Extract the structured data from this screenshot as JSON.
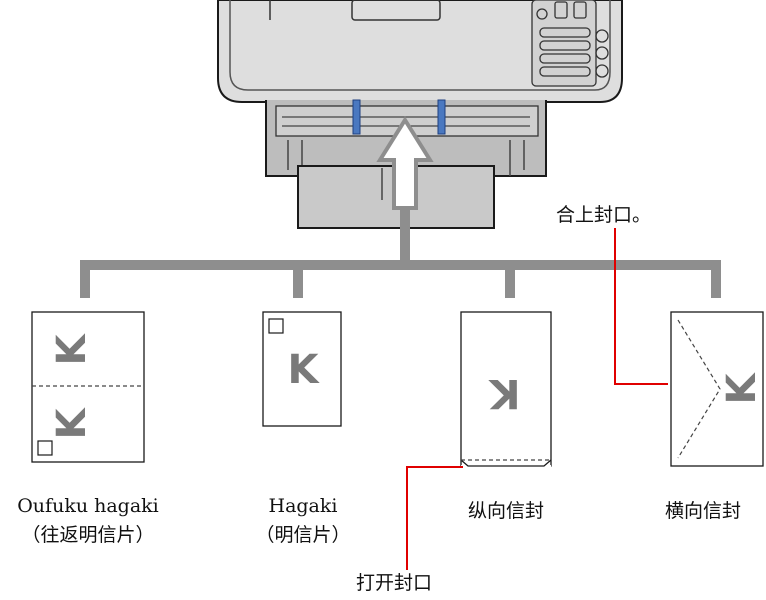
{
  "card_letter": "K",
  "colors": {
    "printer_body": "#dedede",
    "printer_outline": "#1a1a1a",
    "tray": "#c9c9c9",
    "guide_blue": "#4a78c0",
    "connector_gray": "#8e8e8e",
    "arrow_fill": "#ffffff",
    "arrow_stroke": "#8e8e8e",
    "leader_red": "#e00000",
    "card_outline": "#1a1a1a",
    "letter_gray": "#7a7a7a"
  },
  "items": [
    {
      "name": "Oufuku hagaki",
      "sub": "（往返明信片）"
    },
    {
      "name": "Hagaki",
      "sub": "（明信片）"
    },
    {
      "name": "纵向信封"
    },
    {
      "name": "横向信封"
    }
  ],
  "callouts": {
    "close_flap": "合上封口。",
    "open_flap": "打开封口"
  }
}
